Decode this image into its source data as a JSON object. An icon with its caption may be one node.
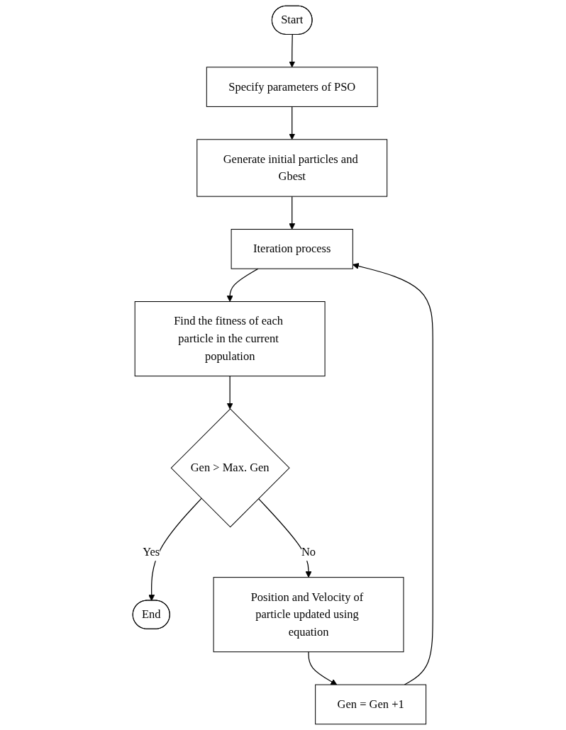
{
  "diagram": {
    "nodes": [
      {
        "text": [
          "Start"
        ]
      },
      {
        "text": [
          "Specify parameters of PSO"
        ]
      },
      {
        "text": [
          "Generate initial particles and Gbest"
        ]
      },
      {
        "text": [
          "Iteration process"
        ]
      },
      {
        "text": [
          "Find the fitness of each particle in the current population"
        ]
      },
      {
        "text": [
          "Gen > Max. Gen"
        ]
      },
      {
        "text": [
          "End"
        ]
      },
      {
        "text": [
          "Position and Velocity of particle updated using equation"
        ]
      },
      {
        "text": [
          "Gen = Gen +1"
        ]
      }
    ],
    "edges": [
      {
        "from": 0,
        "to": 1,
        "arrow": "to"
      },
      {
        "from": 1,
        "to": 2,
        "arrow": "to"
      },
      {
        "from": 2,
        "to": 3,
        "arrow": "to"
      },
      {
        "from": 3,
        "to": 4,
        "arrow": "to"
      },
      {
        "from": 4,
        "to": 5,
        "arrow": "to"
      },
      {
        "from": 5,
        "to": 6,
        "label": "Yes",
        "arrow": "to"
      },
      {
        "from": 5,
        "to": 7,
        "label": "No",
        "arrow": "to"
      },
      {
        "from": 7,
        "to": 8,
        "arrow": "to"
      },
      {
        "from": 8,
        "to": 3,
        "arrow": "to"
      }
    ]
  }
}
